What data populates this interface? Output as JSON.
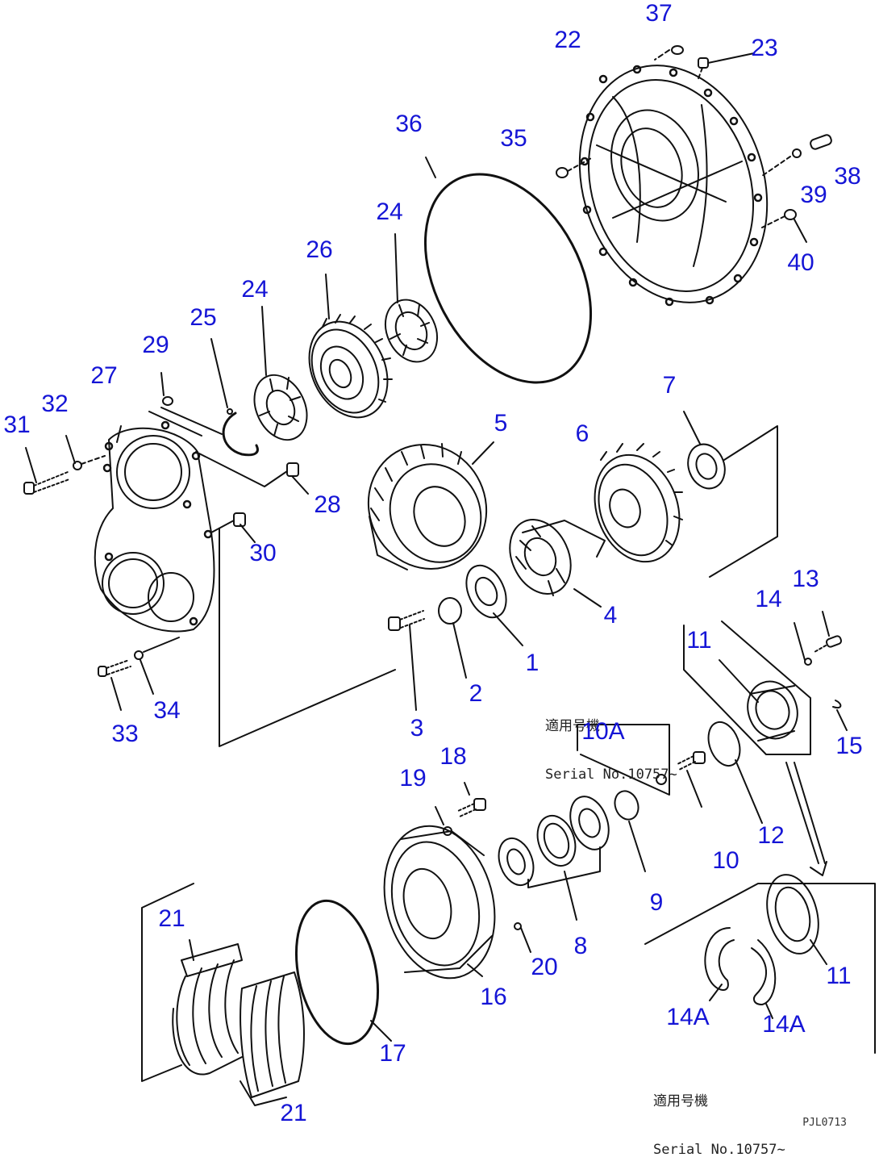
{
  "figure_code": "PJL0713",
  "notes": {
    "applicable_1": {
      "line1": "適用号機",
      "line2": "Serial No.10757~"
    },
    "applicable_2": {
      "line1": "適用号機",
      "line2": "Serial No.10757~"
    }
  },
  "callouts": [
    {
      "id": "c1",
      "label": "1"
    },
    {
      "id": "c2",
      "label": "2"
    },
    {
      "id": "c3",
      "label": "3"
    },
    {
      "id": "c4",
      "label": "4"
    },
    {
      "id": "c5",
      "label": "5"
    },
    {
      "id": "c6",
      "label": "6"
    },
    {
      "id": "c7",
      "label": "7"
    },
    {
      "id": "c8",
      "label": "8"
    },
    {
      "id": "c9",
      "label": "9"
    },
    {
      "id": "c10",
      "label": "10"
    },
    {
      "id": "c10a",
      "label": "10A"
    },
    {
      "id": "c11a",
      "label": "11"
    },
    {
      "id": "c11b",
      "label": "11"
    },
    {
      "id": "c12",
      "label": "12"
    },
    {
      "id": "c13",
      "label": "13"
    },
    {
      "id": "c14",
      "label": "14"
    },
    {
      "id": "c14a1",
      "label": "14A"
    },
    {
      "id": "c14a2",
      "label": "14A"
    },
    {
      "id": "c15",
      "label": "15"
    },
    {
      "id": "c16",
      "label": "16"
    },
    {
      "id": "c17",
      "label": "17"
    },
    {
      "id": "c18",
      "label": "18"
    },
    {
      "id": "c19",
      "label": "19"
    },
    {
      "id": "c20",
      "label": "20"
    },
    {
      "id": "c21a",
      "label": "21"
    },
    {
      "id": "c21b",
      "label": "21"
    },
    {
      "id": "c22",
      "label": "22"
    },
    {
      "id": "c23",
      "label": "23"
    },
    {
      "id": "c24a",
      "label": "24"
    },
    {
      "id": "c24b",
      "label": "24"
    },
    {
      "id": "c25",
      "label": "25"
    },
    {
      "id": "c26",
      "label": "26"
    },
    {
      "id": "c27",
      "label": "27"
    },
    {
      "id": "c28",
      "label": "28"
    },
    {
      "id": "c29",
      "label": "29"
    },
    {
      "id": "c30",
      "label": "30"
    },
    {
      "id": "c31",
      "label": "31"
    },
    {
      "id": "c32",
      "label": "32"
    },
    {
      "id": "c33",
      "label": "33"
    },
    {
      "id": "c34",
      "label": "34"
    },
    {
      "id": "c35",
      "label": "35"
    },
    {
      "id": "c36",
      "label": "36"
    },
    {
      "id": "c37",
      "label": "37"
    },
    {
      "id": "c38",
      "label": "38"
    },
    {
      "id": "c39",
      "label": "39"
    },
    {
      "id": "c40",
      "label": "40"
    }
  ]
}
